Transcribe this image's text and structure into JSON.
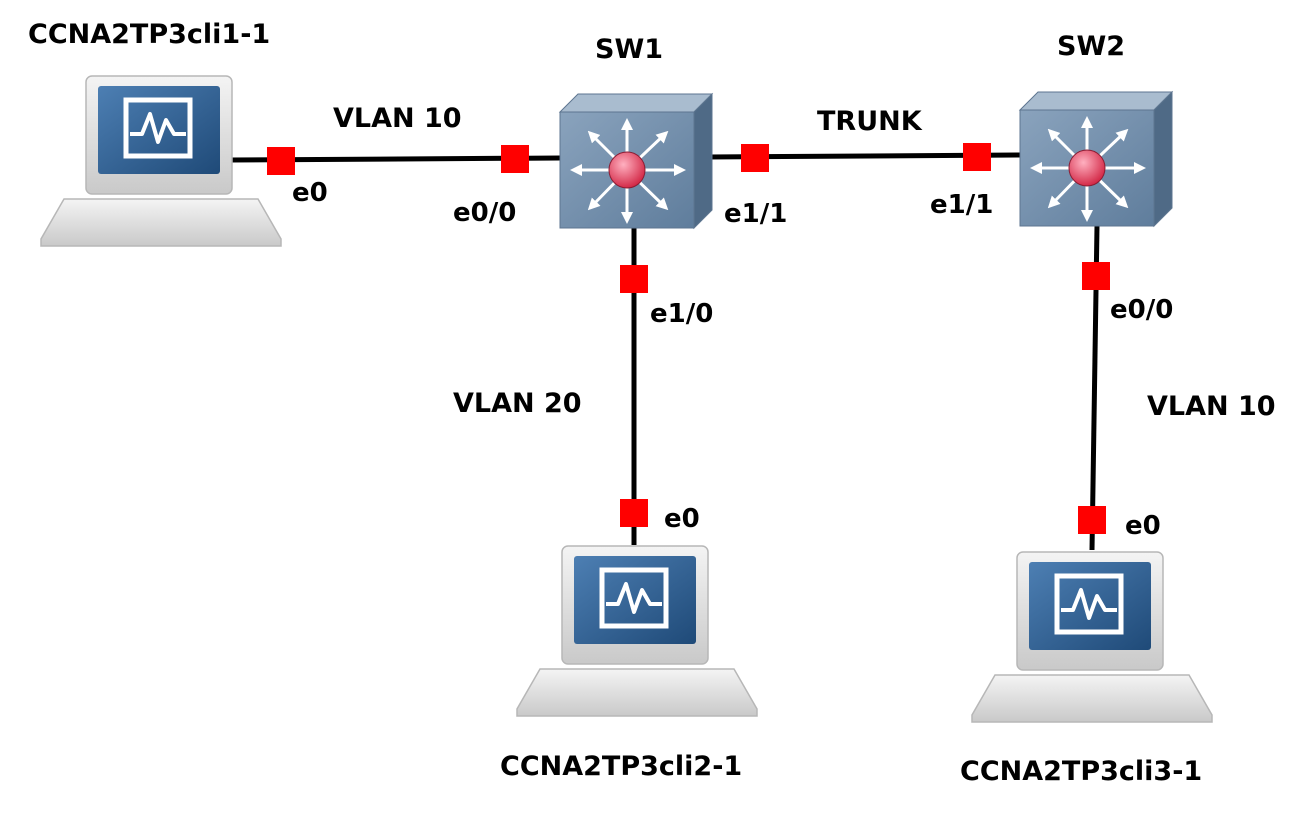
{
  "colors": {
    "link": "#000000",
    "port_marker": "#ff0000",
    "switch_body": "#6d8aa8",
    "switch_led": "#e8385a",
    "pc_screen": "#2d5b8c"
  },
  "devices": {
    "cli1": {
      "label": "CCNA2TP3cli1-1",
      "icon": "pc-icon"
    },
    "sw1": {
      "label": "SW1",
      "icon": "switch-icon"
    },
    "sw2": {
      "label": "SW2",
      "icon": "switch-icon"
    },
    "cli2": {
      "label": "CCNA2TP3cli2-1",
      "icon": "pc-icon"
    },
    "cli3": {
      "label": "CCNA2TP3cli3-1",
      "icon": "pc-icon"
    }
  },
  "links": {
    "cli1_sw1": {
      "label": "VLAN 10",
      "port_a": "e0",
      "port_b": "e0/0"
    },
    "sw1_sw2": {
      "label": "TRUNK",
      "port_a": "e1/1",
      "port_b": "e1/1"
    },
    "sw1_cli2": {
      "label": "VLAN 20",
      "port_a": "e1/0",
      "port_b": "e0"
    },
    "sw2_cli3": {
      "label": "VLAN 10",
      "port_a": "e0/0",
      "port_b": "e0"
    }
  }
}
